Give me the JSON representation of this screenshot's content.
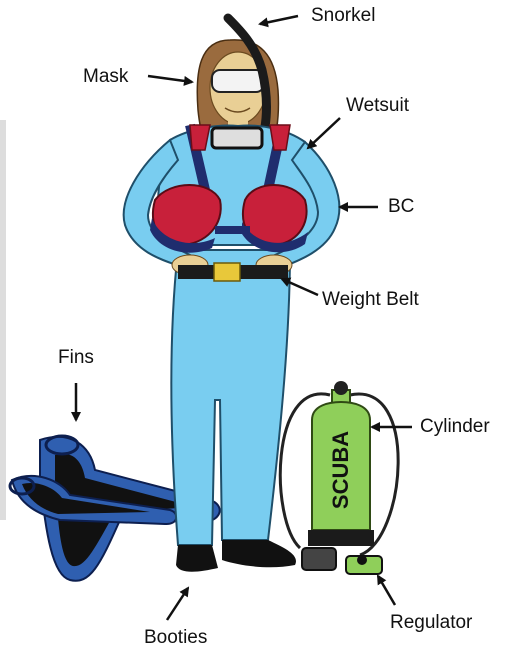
{
  "labels": {
    "snorkel": "Snorkel",
    "mask": "Mask",
    "wetsuit": "Wetsuit",
    "bc": "BC",
    "weight_belt": "Weight Belt",
    "fins": "Fins",
    "cylinder": "Cylinder",
    "booties": "Booties",
    "regulator": "Regulator"
  },
  "cylinder_text": "SCUBA",
  "colors": {
    "wetsuit": "#79cdf0",
    "bc_red": "#c8203a",
    "bc_navy": "#1f2d6e",
    "hair": "#9a6b3e",
    "skin": "#e9cf95",
    "belt_buckle": "#e8c83a",
    "fins": "#2f5fb0",
    "cylinder": "#8fcf5a",
    "boots": "#111111"
  },
  "icons": {
    "diver": "diver-figure",
    "fins": "fins-illustration",
    "cylinder": "scuba-cylinder"
  }
}
